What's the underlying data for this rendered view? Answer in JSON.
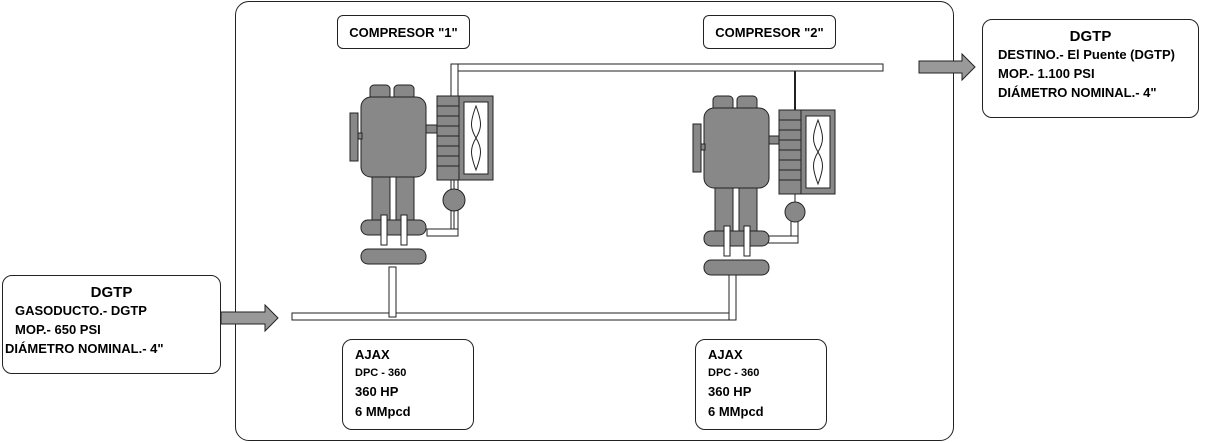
{
  "inlet": {
    "title": "DGTP",
    "line1": "GASODUCTO.- DGTP",
    "line2": "MOP.- 650 PSI",
    "line3": "DIÁMETRO NOMINAL.- 4\""
  },
  "outlet": {
    "title": "DGTP",
    "line1": "DESTINO.- El Puente (DGTP)",
    "line2": "MOP.- 1.100 PSI",
    "line3": "DIÁMETRO NOMINAL.-  4\""
  },
  "compressor1": {
    "label": "COMPRESOR \"1\"",
    "spec": {
      "brand": "AJAX",
      "model": "DPC - 360",
      "power": "360 HP",
      "capacity": "6 MMpcd"
    }
  },
  "compressor2": {
    "label": "COMPRESOR \"2\"",
    "spec": {
      "brand": "AJAX",
      "model": "DPC - 360",
      "power": "360 HP",
      "capacity": "6 MMpcd"
    }
  },
  "colors": {
    "equipment": "#888888",
    "arrow": "#999999",
    "outline": "#222222"
  }
}
